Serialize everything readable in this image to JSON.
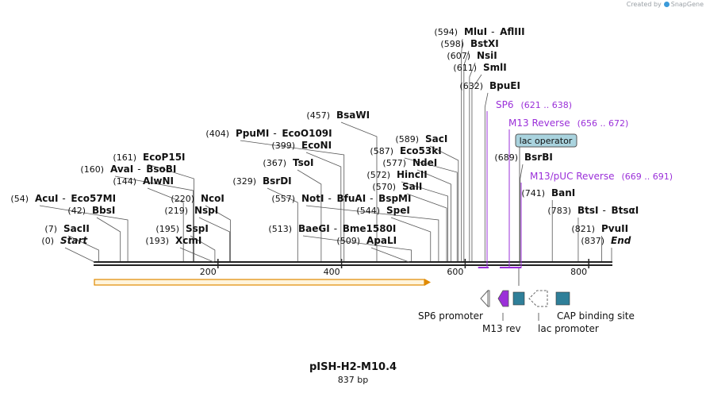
{
  "header": {
    "credit": "Created by",
    "brand": "SnapGene"
  },
  "plasmid": {
    "name": "pISH-H2-M10.4",
    "size_label": "837 bp",
    "length_bp": 837
  },
  "colors": {
    "site_line": "#444444",
    "primer": "#9b30d9",
    "feature_box": "#2f7f99",
    "orf": "#f0a020"
  },
  "ruler": {
    "ticks": [
      {
        "bp": 200,
        "label": "200"
      },
      {
        "bp": 400,
        "label": "400"
      },
      {
        "bp": 600,
        "label": "600"
      },
      {
        "bp": 800,
        "label": "800"
      }
    ]
  },
  "sites": [
    {
      "pos": "(594)",
      "enzymes": [
        "MluI",
        "AflIII"
      ],
      "bp": 594
    },
    {
      "pos": "(598)",
      "enzymes": [
        "BstXI"
      ],
      "bp": 598
    },
    {
      "pos": "(607)",
      "enzymes": [
        "NsiI"
      ],
      "bp": 607
    },
    {
      "pos": "(611)",
      "enzymes": [
        "SmlI"
      ],
      "bp": 611
    },
    {
      "pos": "(632)",
      "enzymes": [
        "BpuEI"
      ],
      "bp": 632
    },
    {
      "pos": "(457)",
      "enzymes": [
        "BsaWI"
      ],
      "bp": 457
    },
    {
      "pos": "(404)",
      "enzymes": [
        "PpuMI",
        "EcoO109I"
      ],
      "bp": 404
    },
    {
      "pos": "(399)",
      "enzymes": [
        "EcoNI"
      ],
      "bp": 399
    },
    {
      "pos": "(367)",
      "enzymes": [
        "TsoI"
      ],
      "bp": 367
    },
    {
      "pos": "(329)",
      "enzymes": [
        "BsrDI"
      ],
      "bp": 329
    },
    {
      "pos": "(557)",
      "enzymes": [
        "NotI",
        "BfuAI",
        "BspMI"
      ],
      "bp": 557
    },
    {
      "pos": "(544)",
      "enzymes": [
        "SpeI"
      ],
      "bp": 544
    },
    {
      "pos": "(513)",
      "enzymes": [
        "BaeGI",
        "Bme1580I"
      ],
      "bp": 513
    },
    {
      "pos": "(509)",
      "enzymes": [
        "ApaLI"
      ],
      "bp": 509
    },
    {
      "pos": "(589)",
      "enzymes": [
        "SacI"
      ],
      "bp": 589
    },
    {
      "pos": "(587)",
      "enzymes": [
        "Eco53kI"
      ],
      "bp": 587
    },
    {
      "pos": "(577)",
      "enzymes": [
        "NdeI"
      ],
      "bp": 577
    },
    {
      "pos": "(572)",
      "enzymes": [
        "HincII"
      ],
      "bp": 572
    },
    {
      "pos": "(570)",
      "enzymes": [
        "SalI"
      ],
      "bp": 570
    },
    {
      "pos": "(161)",
      "enzymes": [
        "EcoP15I"
      ],
      "bp": 161
    },
    {
      "pos": "(160)",
      "enzymes": [
        "AvaI",
        "BsoBI"
      ],
      "bp": 160
    },
    {
      "pos": "(144)",
      "enzymes": [
        "AlwNI"
      ],
      "bp": 144
    },
    {
      "pos": "(54)",
      "enzymes": [
        "AcuI",
        "Eco57MI"
      ],
      "bp": 54
    },
    {
      "pos": "(42)",
      "enzymes": [
        "BbsI"
      ],
      "bp": 42
    },
    {
      "pos": "(7)",
      "enzymes": [
        "SacII"
      ],
      "bp": 7
    },
    {
      "pos": "(0)",
      "enzymes": [
        "Start"
      ],
      "bp": 0,
      "italic": true
    },
    {
      "pos": "(220)",
      "enzymes": [
        "NcoI"
      ],
      "bp": 220
    },
    {
      "pos": "(219)",
      "enzymes": [
        "NspI"
      ],
      "bp": 219
    },
    {
      "pos": "(195)",
      "enzymes": [
        "SspI"
      ],
      "bp": 195
    },
    {
      "pos": "(193)",
      "enzymes": [
        "XcmI"
      ],
      "bp": 193
    },
    {
      "pos": "(689)",
      "enzymes": [
        "BsrBI"
      ],
      "bp": 689
    },
    {
      "pos": "(741)",
      "enzymes": [
        "BanI"
      ],
      "bp": 741
    },
    {
      "pos": "(783)",
      "enzymes": [
        "BtsI",
        "BtsαI"
      ],
      "bp": 783
    },
    {
      "pos": "(821)",
      "enzymes": [
        "PvuII"
      ],
      "bp": 821
    },
    {
      "pos": "(837)",
      "enzymes": [
        "End"
      ],
      "bp": 837,
      "italic": true
    }
  ],
  "primers": [
    {
      "name": "SP6",
      "range": "(621 .. 638)",
      "start": 621,
      "end": 638
    },
    {
      "name": "M13 Reverse",
      "range": "(656 .. 672)",
      "start": 656,
      "end": 672
    },
    {
      "name": "M13/pUC Reverse",
      "range": "(669 .. 691)",
      "start": 669,
      "end": 691
    }
  ],
  "feature_callout": {
    "name": "lac operator"
  },
  "legend": [
    {
      "name": "SP6 promoter",
      "icon": "open-arrow-left"
    },
    {
      "name": "M13 rev",
      "icon": "filled-purple-arrow-left"
    },
    {
      "name": "lac promoter",
      "icon": "dashed-arrow-left"
    },
    {
      "name": "CAP binding site",
      "icon": "teal-box"
    }
  ]
}
